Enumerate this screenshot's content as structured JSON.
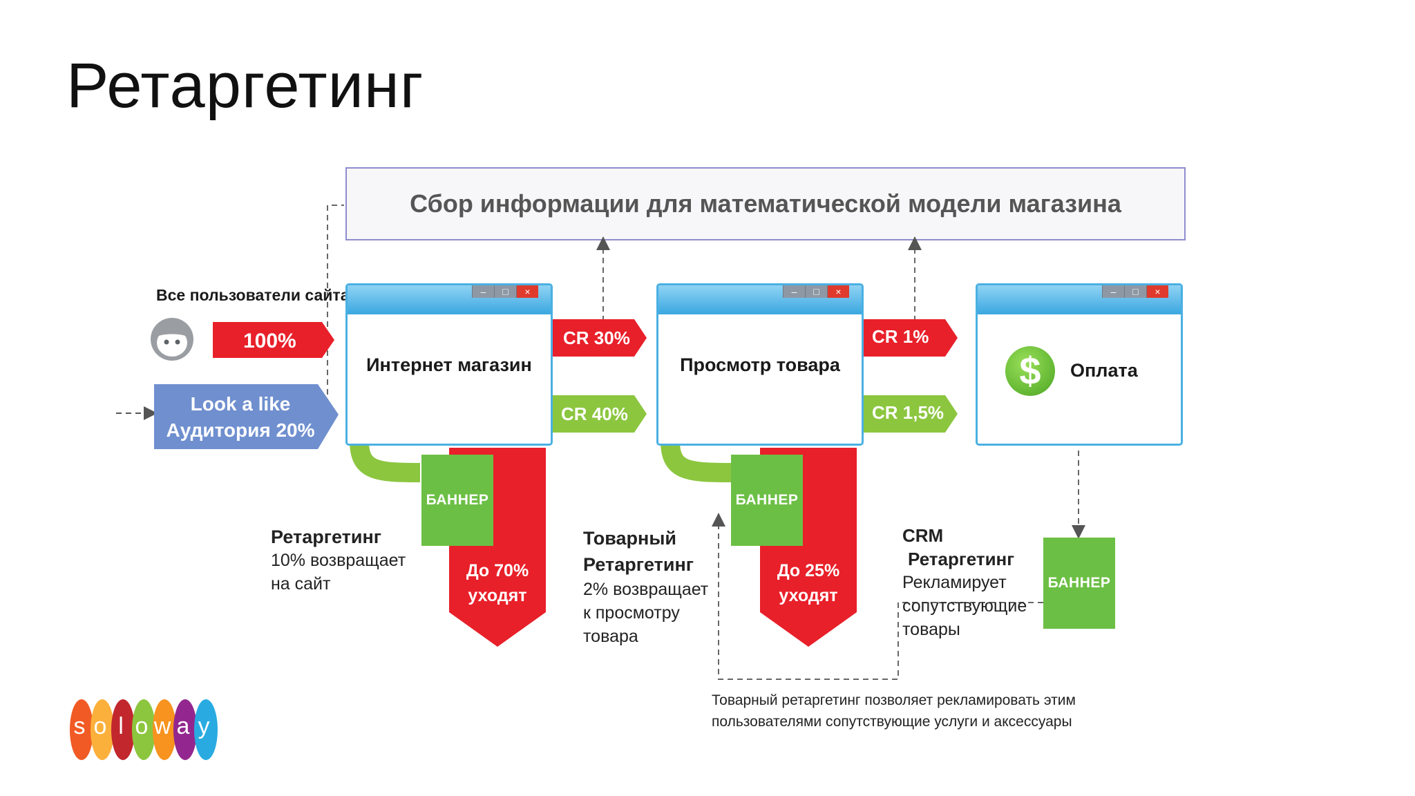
{
  "title": "Ретаргетинг",
  "top_box": "Сбор информации для  математической модели магазина",
  "all_users_label": "Все пользователи сайта",
  "all_users_pct": "100%",
  "lookalike": {
    "line1": "Look a like",
    "line2": "Аудитория 20%"
  },
  "windows": [
    {
      "label": "Интернет магазин"
    },
    {
      "label": "Просмотр товара"
    },
    {
      "label": "Оплата"
    }
  ],
  "window_controls": {
    "minimize": "–",
    "maximize": "□",
    "close": "×"
  },
  "cr": {
    "red_1": "CR 30%",
    "green_1": "CR 40%",
    "red_2": "CR 1%",
    "green_2": "CR 1,5%"
  },
  "banners": {
    "b1": "БАННЕР",
    "b2": "БАННЕР",
    "b3": "БАННЕР"
  },
  "drops": {
    "d1": {
      "line1": "До 70%",
      "line2": "уходят"
    },
    "d2": {
      "line1": "До 25%",
      "line2": "уходят"
    }
  },
  "captions": {
    "c1": {
      "title": "Ретаргетинг",
      "lines": [
        "10% возвращает",
        "на сайт"
      ]
    },
    "c2": {
      "title1": "Товарный",
      "title2": "Ретаргетинг",
      "lines": [
        "2% возвращает",
        "к просмотру",
        "товара"
      ]
    },
    "c3": {
      "title1": "CRM",
      "title2": "Ретаргетинг",
      "lines": [
        "Рекламирует",
        "сопутствующие",
        "товары"
      ]
    }
  },
  "note": {
    "line1": "Товарный ретаргетинг позволяет рекламировать этим",
    "line2": "пользователями сопутствующие услуги и аксессуары"
  },
  "logo_letters": [
    "s",
    "o",
    "l",
    "o",
    "w",
    "a",
    "y"
  ],
  "colors": {
    "red": "#e8202a",
    "green": "#8cc63f",
    "banner_green": "#6cbf45",
    "blue_label": "#6f8fcf",
    "window_border": "#4ab0e2"
  },
  "icons": {
    "user": "user-face-icon",
    "dollar": "dollar-icon"
  }
}
